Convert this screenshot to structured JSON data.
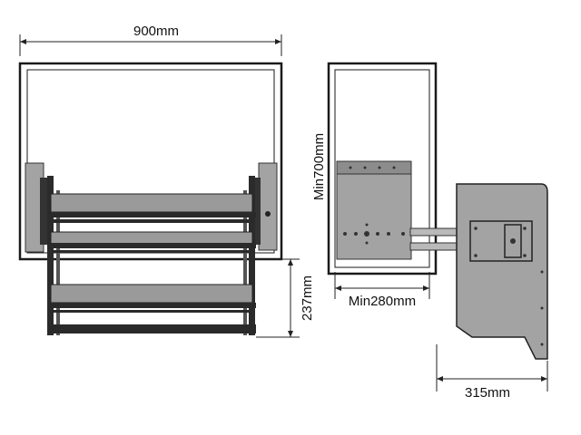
{
  "dimensions": {
    "width": "900mm",
    "lift_height": "237mm",
    "min_cabinet_height": "Min700mm",
    "min_cabinet_depth": "Min280mm",
    "mechanism_depth": "315mm"
  }
}
